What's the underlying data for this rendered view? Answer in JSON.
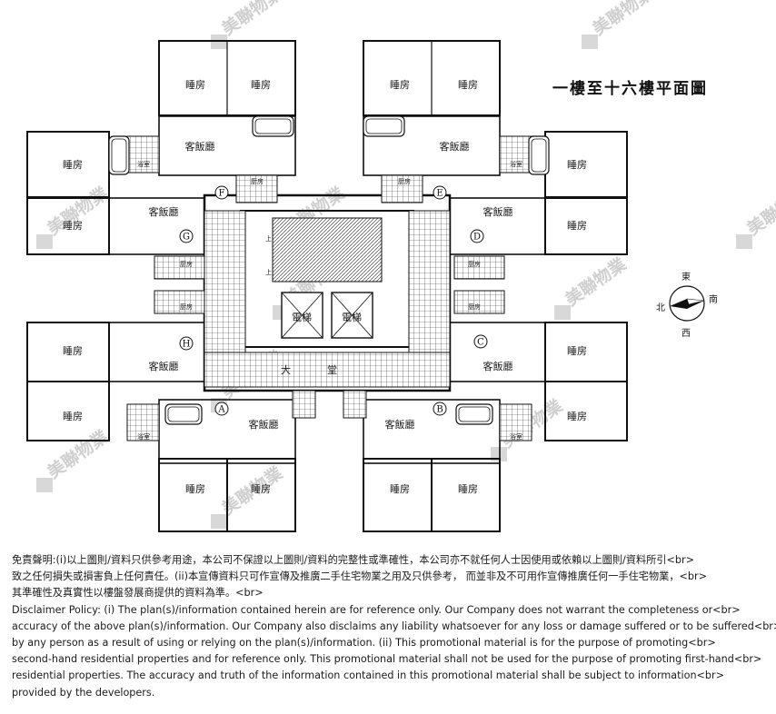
{
  "title": "一樓至十六樓平面圖",
  "room_labels": {
    "bedroom": "睡房",
    "living_dining": "客飯廳",
    "kitchen": "厨房",
    "bathroom": "浴室",
    "lift": "電梯",
    "lobby": "大堂",
    "up": "上"
  },
  "flat_letters": [
    "A",
    "B",
    "C",
    "D",
    "E",
    "F",
    "G",
    "H"
  ],
  "compass": {
    "north": "北",
    "south": "南",
    "east": "東",
    "west": "西"
  },
  "watermark": "美聯物業",
  "disclaimer_lines": [
    "免責聲明:(i)以上圖則/資料只供參考用途，本公司不保證以上圖則/資料的完整性或準確性，本公司亦不就任何人士因使用或依賴以上圖則/資料所引<br>",
    "致之任何損失或損害負上任何責任。(ii)本宣傳資料只可作宣傳及推廣二手住宅物業之用及只供參考， 而並非及不可用作宣傳推廣任何一手住宅物業，<br>",
    "其準確性及真實性以樓盤發展商提供的資料為準。<br>",
    "Disclaimer Policy: (i) The plan(s)/information contained herein are for reference only. Our Company does not warrant the completeness or<br>",
    "accuracy of the above plan(s)/information. Our Company also disclaims any liability whatsoever for any loss or damage suffered or to be suffered<br>",
    "by any person as a result of using or relying on the plan(s)/information. (ii) This promotional material is for the purpose of promoting<br>",
    "second-hand residential properties and for reference only. This promotional material shall not be used for the purpose of promoting first-hand<br>",
    "residential properties. The accuracy and truth of the information contained in this promotional material shall be subject to information<br>",
    "provided by the developers."
  ]
}
